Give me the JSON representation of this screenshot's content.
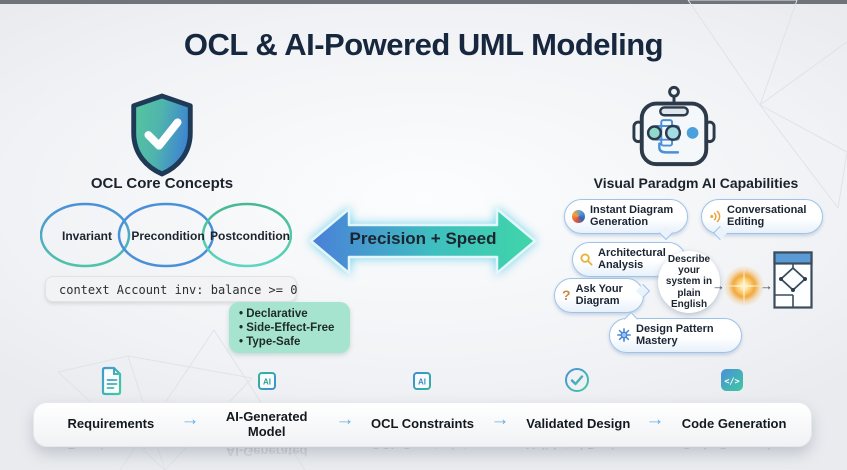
{
  "title": "OCL & AI-Powered UML Modeling",
  "left": {
    "heading": "OCL Core Concepts",
    "rings": [
      "Invariant",
      "Precondition",
      "Postcondition"
    ],
    "code": "context Account inv: balance >= 0",
    "bullets": [
      "Declarative",
      "Side-Effect-Free",
      "Type-Safe"
    ]
  },
  "center": {
    "arrow_label": "Precision + Speed"
  },
  "right": {
    "heading": "Visual Paradgm AI Capabilities",
    "bubbles": [
      {
        "label": "Instant Diagram Generation",
        "icon": "color-wheel-icon"
      },
      {
        "label": "Conversational Editing",
        "icon": "sound-waves-icon"
      },
      {
        "label": "Architectural Analysis",
        "icon": "magnifier-icon"
      },
      {
        "label": "Ask Your Diagram",
        "icon": "question-mark-icon"
      },
      {
        "label": "Design Pattern Mastery",
        "icon": "gear-icon"
      }
    ],
    "note": "Describe your system in plain English",
    "flow_arrow": "→"
  },
  "pipeline": {
    "arrow": "→",
    "steps": [
      {
        "label": "Requirements",
        "icon": "document-icon"
      },
      {
        "label": "AI-Generated Model",
        "icon": "ai-chip-icon"
      },
      {
        "label": "OCL Constraints",
        "icon": "ai-chip-icon"
      },
      {
        "label": "Validated Design",
        "icon": "check-circle-icon"
      },
      {
        "label": "Code Generation",
        "icon": "code-icon"
      }
    ]
  },
  "colors": {
    "accent_blue": "#4a90d9",
    "accent_teal": "#45c9a0",
    "accent_orange": "#e8a33d",
    "navy": "#16273e",
    "mint": "#a6e4d0",
    "bubble_border": "#9fc3e8"
  }
}
